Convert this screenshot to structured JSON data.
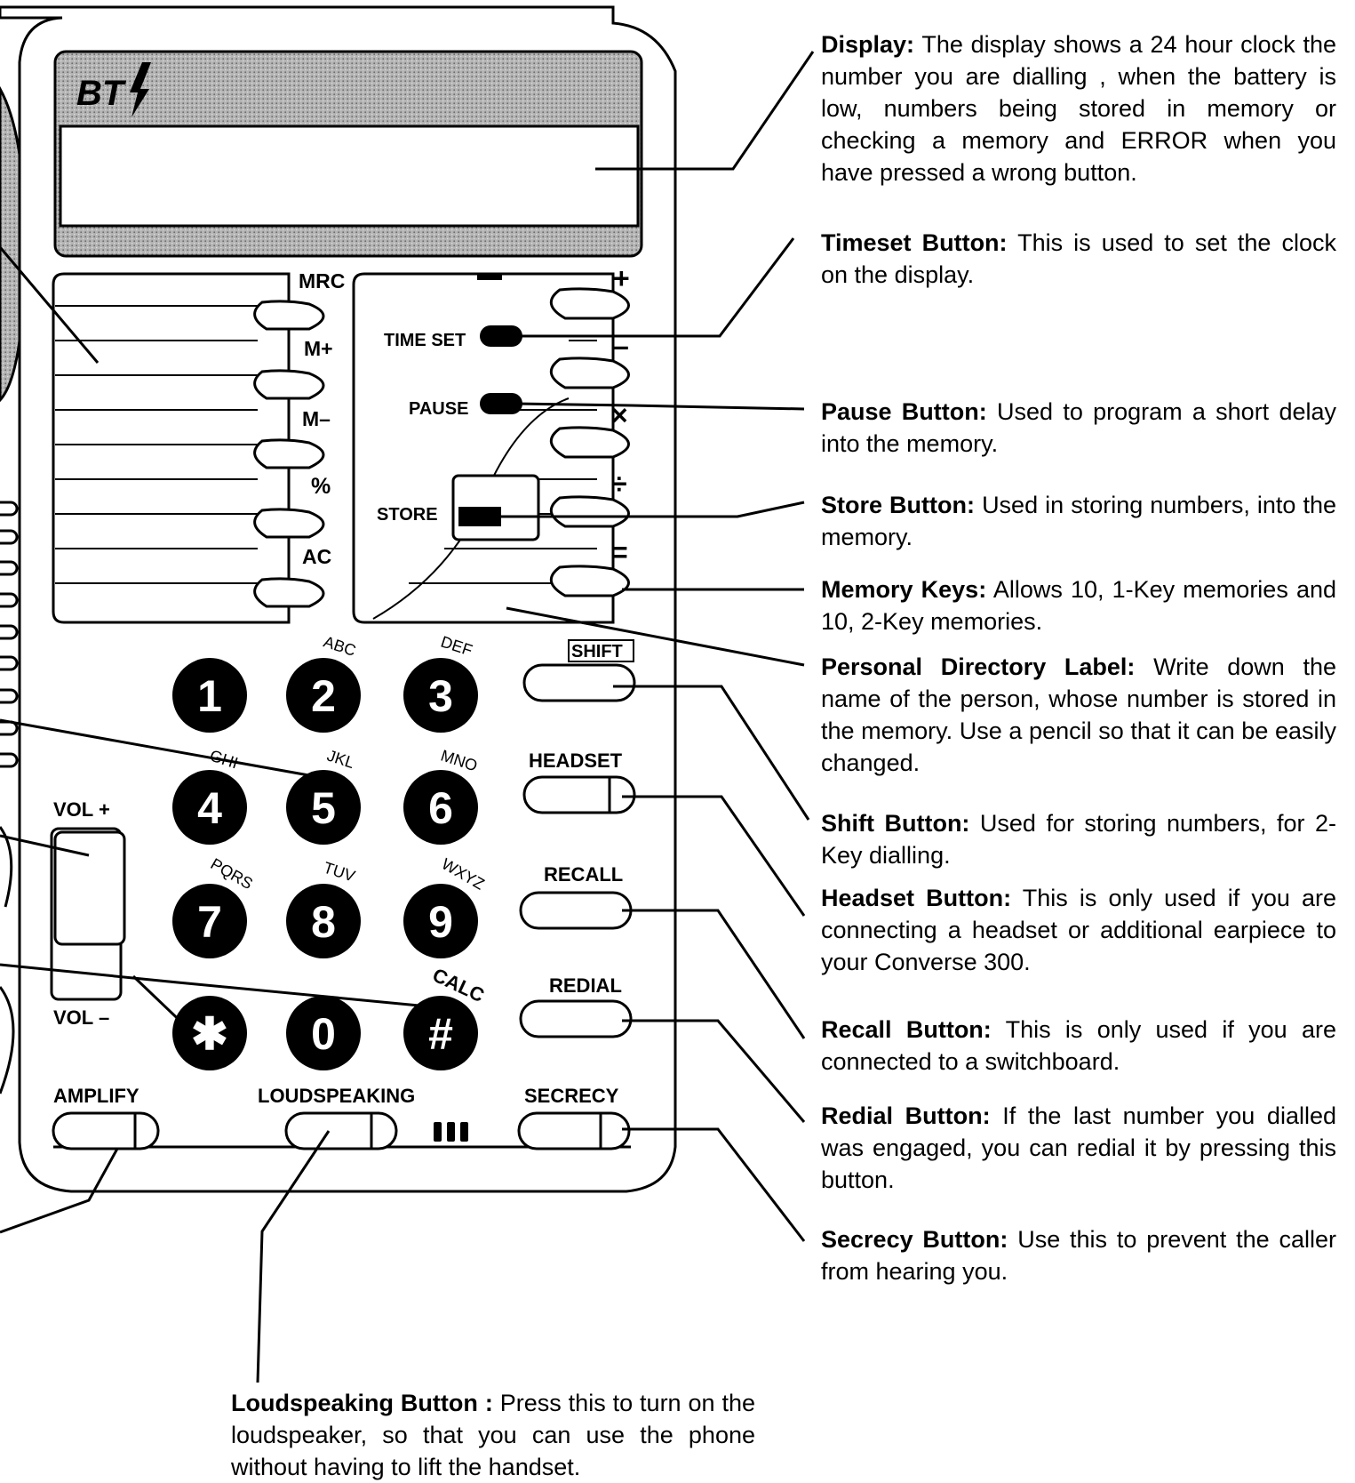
{
  "brand": {
    "logo_text": "BT"
  },
  "calc_keys": [
    "MRC",
    "M+",
    "M–",
    "%",
    "AC"
  ],
  "op_keys": [
    "+",
    "–",
    "×",
    "÷",
    "="
  ],
  "func_labels": {
    "time_set": "TIME SET",
    "pause": "PAUSE",
    "store": "STORE"
  },
  "keypad": [
    {
      "digit": "1",
      "letters": ""
    },
    {
      "digit": "2",
      "letters": "ABC"
    },
    {
      "digit": "3",
      "letters": "DEF"
    },
    {
      "digit": "4",
      "letters": "GHI"
    },
    {
      "digit": "5",
      "letters": "JKL"
    },
    {
      "digit": "6",
      "letters": "MNO"
    },
    {
      "digit": "7",
      "letters": "PQRS"
    },
    {
      "digit": "8",
      "letters": "TUV"
    },
    {
      "digit": "9",
      "letters": "WXYZ"
    },
    {
      "digit": "✱",
      "letters": ""
    },
    {
      "digit": "0",
      "letters": ""
    },
    {
      "digit": "#",
      "letters": "CALC"
    }
  ],
  "side_buttons": {
    "shift": "SHIFT",
    "headset": "HEADSET",
    "recall": "RECALL",
    "redial": "REDIAL"
  },
  "volume": {
    "up": "VOL +",
    "down": "VOL –"
  },
  "bottom_buttons": {
    "amplify": "AMPLIFY",
    "loudspeaking": "LOUDSPEAKING",
    "secrecy": "SECRECY"
  },
  "descriptions": {
    "display": {
      "title": "Display:",
      "text": "The display shows a 24 hour clock the number you are dialling , when the battery is low, numbers being stored in memory or checking a memory and ERROR when you have pressed a wrong button."
    },
    "timeset": {
      "title": "Timeset Button:",
      "text": "This is used to set the clock on the display."
    },
    "pause": {
      "title": "Pause Button:",
      "text": "Used to program a short delay into the memory."
    },
    "store": {
      "title": "Store Button:",
      "text": "Used in storing numbers, into the memory."
    },
    "memory": {
      "title": "Memory Keys:",
      "text": "Allows 10, 1-Key memories and 10, 2-Key memories."
    },
    "directory": {
      "title": "Personal Directory Label:",
      "text": "Write down the name of the person, whose number is stored in the memory. Use a pencil so that it can be easily changed."
    },
    "shift": {
      "title": "Shift Button:",
      "text": "Used for storing numbers, for 2-Key dialling."
    },
    "headset": {
      "title": "Headset Button:",
      "text": "This is only used if you are connecting a headset or additional earpiece to your Converse 300."
    },
    "recall": {
      "title": "Recall Button:",
      "text": "This is only used if you are connected to a switchboard."
    },
    "redial": {
      "title": "Redial Button:",
      "text": "If the last number you dialled was engaged, you can redial it by pressing this button."
    },
    "secrecy": {
      "title": "Secrecy Button:",
      "text": "Use this to prevent the caller from hearing you."
    },
    "loudspeaking": {
      "title": "Loudspeaking Button :",
      "text": "Press this to turn on the loudspeaker, so that you can use the phone without having to lift the handset."
    }
  }
}
